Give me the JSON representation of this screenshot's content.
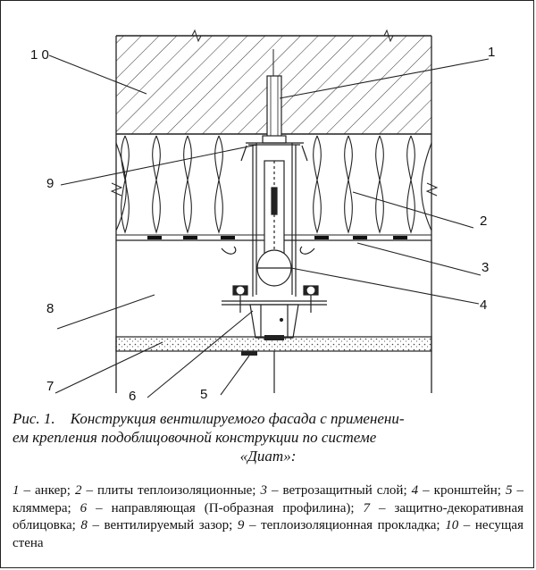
{
  "figure": {
    "labels": {
      "l1": "1",
      "l2": "2",
      "l3": "3",
      "l4": "4",
      "l5": "5",
      "l6": "6",
      "l7": "7",
      "l8": "8",
      "l9": "9",
      "l10": "1 0"
    }
  },
  "caption": {
    "prefix": "Рис. 1.",
    "title_line1": "Конструкция вентилируемого фасада с применени-",
    "title_line2": "ем крепления подоблицовочной конструкции по системе",
    "title_line3": "«Диат»:"
  },
  "legend": [
    {
      "num": "1",
      "text": " – анкер; "
    },
    {
      "num": "2",
      "text": " – плиты теплоизоляционные; "
    },
    {
      "num": "3",
      "text": " – ветрозащитный слой; "
    },
    {
      "num": "4",
      "text": " – кронштейн; "
    },
    {
      "num": "5",
      "text": " – кляммера; "
    },
    {
      "num": "6",
      "text": " – направляющая (П-образная профилина); "
    },
    {
      "num": "7",
      "text": " – защитно-декоративная облицовка; "
    },
    {
      "num": "8",
      "text": " – вентилируемый зазор; "
    },
    {
      "num": "9",
      "text": " – теплоизоляционная прокладка; "
    },
    {
      "num": "10",
      "text": " – несущая стена"
    }
  ]
}
